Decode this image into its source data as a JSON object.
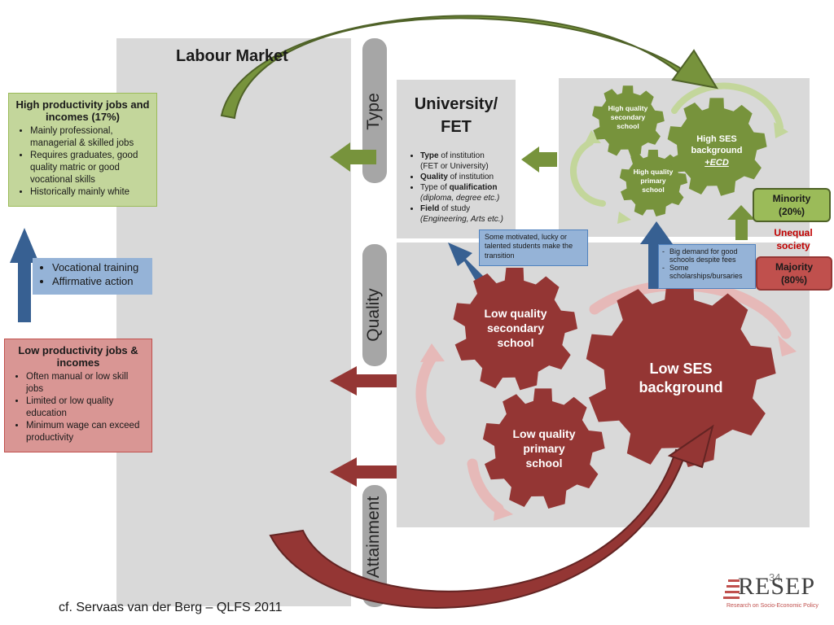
{
  "labour_market": "Labour Market",
  "axes": {
    "type": "Type",
    "quality": "Quality",
    "attainment": "Attainment"
  },
  "high_jobs": {
    "title": "High productivity jobs and incomes (17%)",
    "items": [
      "Mainly professional, managerial & skilled jobs",
      "Requires graduates, good quality matric or good vocational skills",
      "Historically mainly white"
    ]
  },
  "mobility": {
    "items": [
      "Vocational training",
      "Affirmative action"
    ]
  },
  "low_jobs": {
    "title": "Low productivity jobs & incomes",
    "items": [
      "Often manual or low skill jobs",
      "Limited or low quality education",
      "Minimum wage can exceed productivity"
    ]
  },
  "university": {
    "title": "University/ FET",
    "items": [
      {
        "bold": "Type",
        "rest": " of institution",
        "sub": "(FET or University)"
      },
      {
        "bold": "Quality",
        "rest": " of institution",
        "sub": ""
      },
      {
        "pre": "Type of ",
        "bold": "qualification",
        "sub": "(diploma, degree etc.)"
      },
      {
        "bold": "Field",
        "rest": " of study",
        "sub": "(Engineering, Arts etc.)"
      }
    ]
  },
  "some_motivated": "Some motivated, lucky or talented students make  the transition",
  "big_demand": {
    "items": [
      "Big demand for good schools despite fees",
      "Some scholarships/bursaries"
    ]
  },
  "gears": {
    "high_secondary": "High quality secondary school",
    "high_primary": "High quality primary school",
    "high_ses": "High SES background",
    "high_ses_sub": "+ECD",
    "low_secondary": "Low quality secondary school",
    "low_primary": "Low quality primary school",
    "low_ses": "Low SES background"
  },
  "minority": {
    "label": "Minority",
    "pct": "(20%)"
  },
  "majority": {
    "label": "Majority",
    "pct": "(80%)"
  },
  "unequal": "Unequal society",
  "footer": "cf. Servaas van der Berg – QLFS 2011",
  "page_number": "34",
  "logo": {
    "text": "RESEP",
    "tagline": "Research on Socio-Economic Policy"
  },
  "colors": {
    "green": "#77933c",
    "light_green": "#c3d69b",
    "red": "#943634",
    "pink": "#e6b9b8",
    "blue": "#95b3d7",
    "dark_blue": "#376092"
  }
}
